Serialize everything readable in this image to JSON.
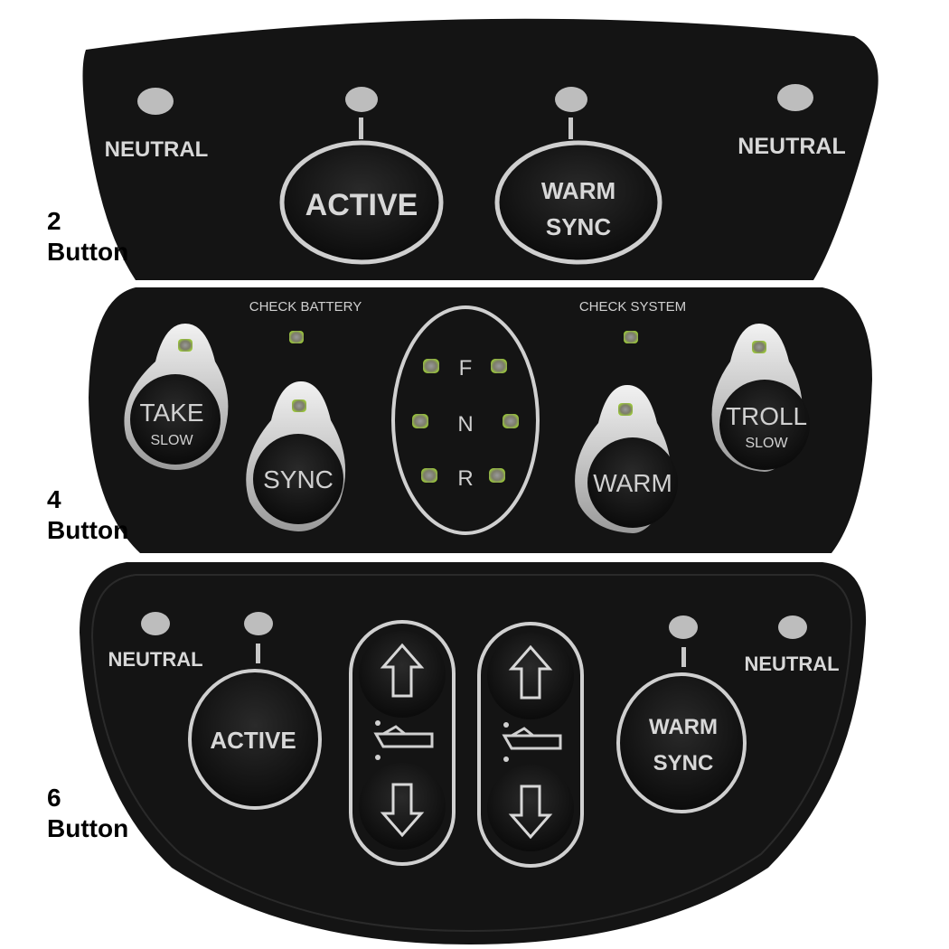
{
  "panels": [
    {
      "caption_number": "2",
      "caption_word": "Button",
      "indicators": [
        "NEUTRAL",
        "NEUTRAL"
      ],
      "buttons": [
        {
          "label_line1": "ACTIVE",
          "label_line2": ""
        },
        {
          "label_line1": "WARM",
          "label_line2": "SYNC"
        }
      ]
    },
    {
      "caption_number": "4",
      "caption_word": "Button",
      "status_labels": [
        "CHECK BATTERY",
        "CHECK SYSTEM"
      ],
      "gear_letters": [
        "F",
        "N",
        "R"
      ],
      "buttons": [
        {
          "label_line1": "TAKE",
          "label_line2": "SLOW"
        },
        {
          "label_line1": "SYNC",
          "label_line2": ""
        },
        {
          "label_line1": "WARM",
          "label_line2": ""
        },
        {
          "label_line1": "TROLL",
          "label_line2": "SLOW"
        }
      ]
    },
    {
      "caption_number": "6",
      "caption_word": "Button",
      "indicators": [
        "NEUTRAL",
        "NEUTRAL"
      ],
      "buttons": [
        {
          "label_line1": "ACTIVE",
          "label_line2": ""
        },
        {
          "label_line1": "WARM",
          "label_line2": "SYNC"
        }
      ],
      "trim_controls": [
        {
          "up_icon": "arrow-up-icon",
          "down_icon": "arrow-down-icon",
          "symbol": "boat-trim-icon"
        },
        {
          "up_icon": "arrow-up-icon",
          "down_icon": "arrow-down-icon",
          "symbol": "boat-trim-icon"
        }
      ]
    }
  ],
  "colors": {
    "panel_bg": "#141414",
    "outline": "#cfcfcf",
    "led_off": "#bdbdbd",
    "led_green": "#9bc83a",
    "caption_text": "#000000"
  }
}
